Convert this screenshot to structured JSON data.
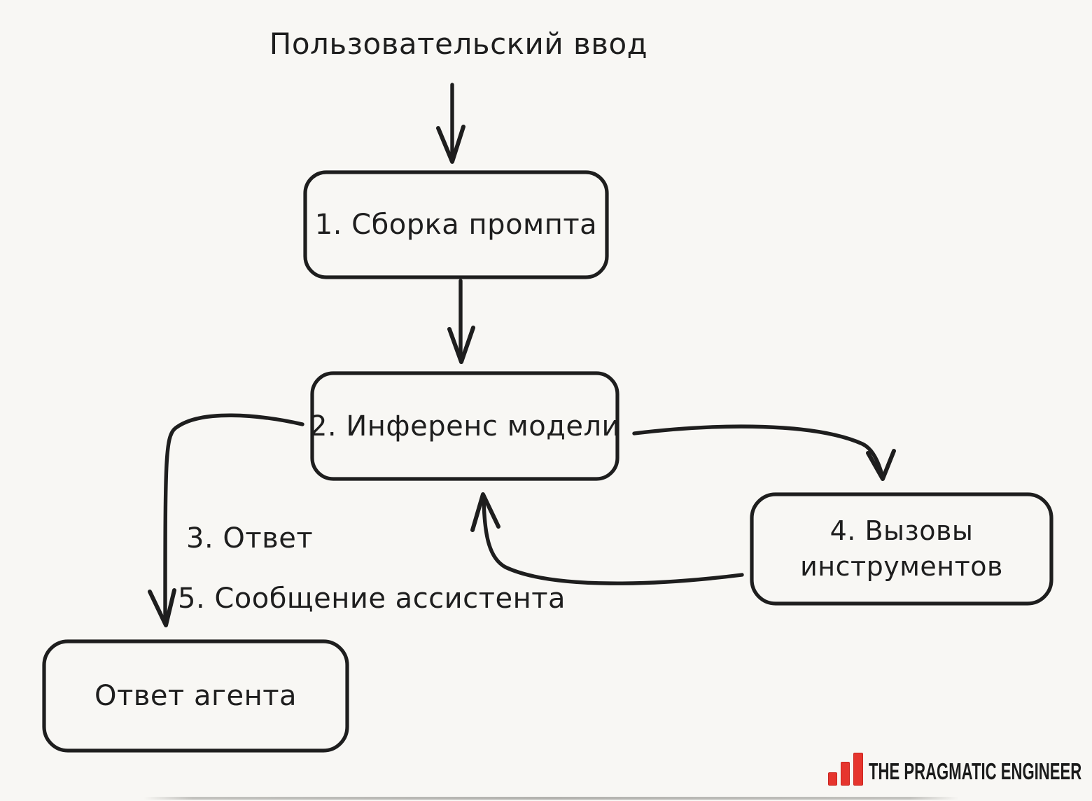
{
  "colors": {
    "background": "#f8f7f4",
    "ink": "#1e1e1e",
    "brand-red": "#e6352e",
    "brand-red-border": "#c9251f",
    "brand-text": "#1b1b1b"
  },
  "diagram": {
    "type": "flowchart",
    "input_label": "Пользовательский ввод",
    "nodes": {
      "prompt_assembly": {
        "label": "1. Сборка промпта"
      },
      "model_inference": {
        "label": "2. Инференс модели"
      },
      "tool_calls": {
        "lines": [
          "4. Вызовы",
          "инструментов"
        ]
      },
      "agent_response": {
        "label": "Ответ агента"
      }
    },
    "edge_labels": {
      "response": "3. Ответ",
      "assistant_message": "5. Сообщение ассистента"
    },
    "edges": [
      {
        "from": "user-input",
        "to": "prompt_assembly"
      },
      {
        "from": "prompt_assembly",
        "to": "model_inference"
      },
      {
        "from": "model_inference",
        "to": "tool_calls"
      },
      {
        "from": "tool_calls",
        "to": "model_inference"
      },
      {
        "from": "model_inference",
        "to": "agent_response",
        "labels": [
          "3. Ответ",
          "5. Сообщение ассистента"
        ]
      }
    ]
  },
  "branding": {
    "name": "THE PRAGMATIC ENGINEER"
  }
}
